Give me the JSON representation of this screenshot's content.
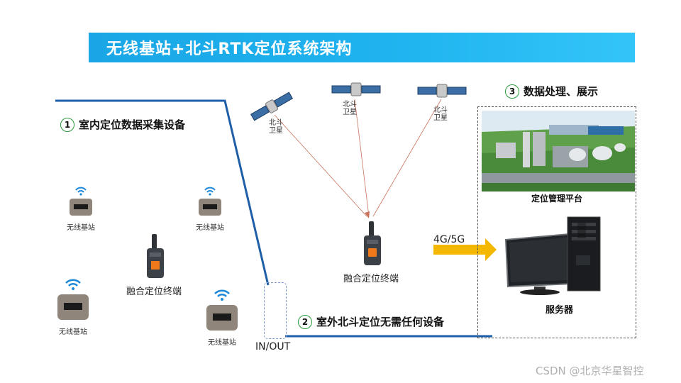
{
  "title": "无线基站+北斗RTK定位系统架构",
  "section1": {
    "num": "1",
    "label": "室内定位数据采集设备"
  },
  "section2": {
    "num": "2",
    "label": "室外北斗定位无需任何设备"
  },
  "section3": {
    "num": "3",
    "label": "数据处理、展示"
  },
  "satellites": [
    {
      "label": "北斗\n卫星"
    },
    {
      "label": "北斗\n卫星"
    },
    {
      "label": "北斗\n卫星"
    }
  ],
  "base_stations": [
    {
      "label": "无线基站"
    },
    {
      "label": "无线基站"
    },
    {
      "label": "无线基站"
    },
    {
      "label": "无线基站"
    }
  ],
  "terminal_indoor": "融合定位终端",
  "terminal_outdoor": "融合定位终端",
  "inout_label": "IN/OUT",
  "network_label": "4G/5G",
  "platform_label": "定位管理平台",
  "server_label": "服务器",
  "watermark": "CSDN @北京华星智控",
  "colors": {
    "title_bar": "#1fb3ef",
    "boundary_line": "#1f5fa8",
    "arrow": "#f5b800",
    "wifi": "#1e88d8"
  }
}
